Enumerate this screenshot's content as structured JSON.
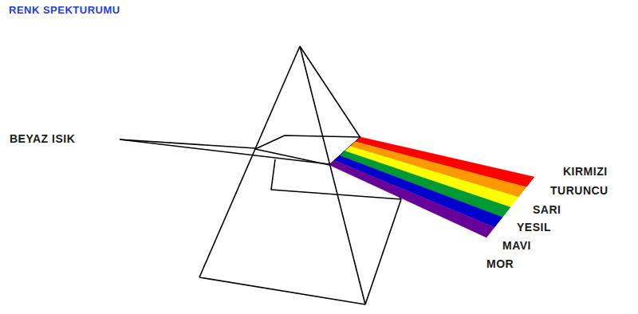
{
  "diagram": {
    "title": "RENK SPEKTURUMU",
    "labels": [
      "BEYAZ ISIK",
      "KIRMIZI",
      "TURUNCU",
      "SARI",
      "YESIL",
      "MAVI",
      "MOR"
    ]
  }
}
